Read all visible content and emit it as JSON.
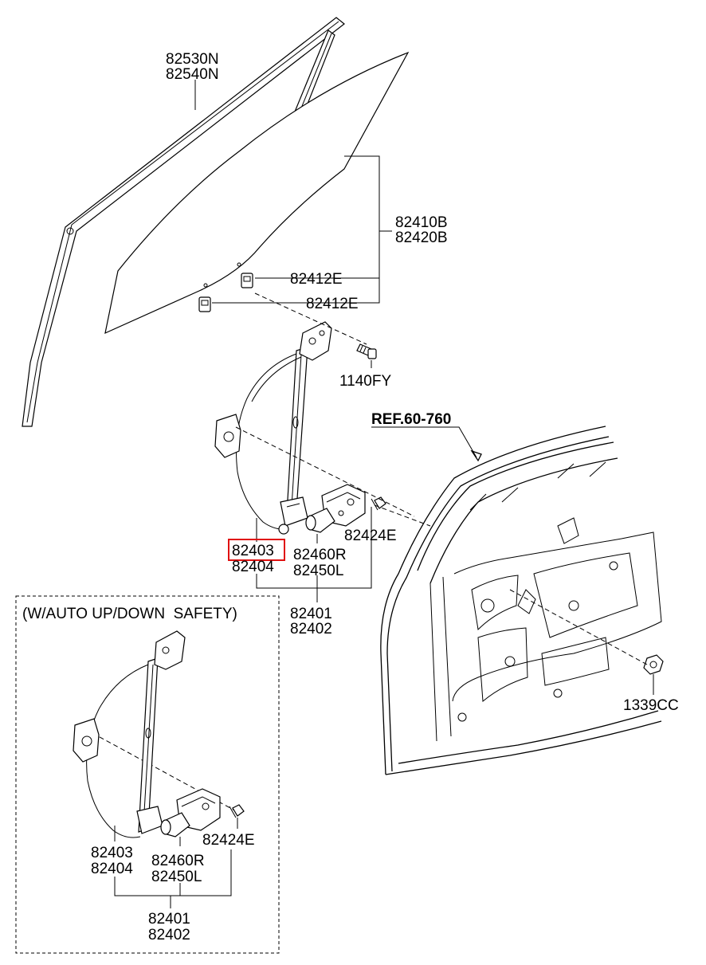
{
  "labels": {
    "run_a": "82530N",
    "run_b": "82540N",
    "glass_a": "82410B",
    "glass_b": "82420B",
    "clip_1": "82412E",
    "clip_2": "82412E",
    "bolt": "1140FY",
    "ref": "REF.60-760",
    "regulator_a": "82403",
    "regulator_b": "82404",
    "motor_a": "82460R",
    "motor_b": "82450L",
    "screw": "82424E",
    "assy_a": "82401",
    "assy_b": "82402",
    "nut": "1339CC"
  },
  "inset": {
    "title": "(W/AUTO UP/DOWN  SAFETY)",
    "regulator_a": "82403",
    "regulator_b": "82404",
    "motor_a": "82460R",
    "motor_b": "82450L",
    "screw": "82424E",
    "assy_a": "82401",
    "assy_b": "82402"
  },
  "colors": {
    "highlight": "#e01010",
    "line": "#000000",
    "background": "#ffffff"
  },
  "highlighted_part": "82403"
}
